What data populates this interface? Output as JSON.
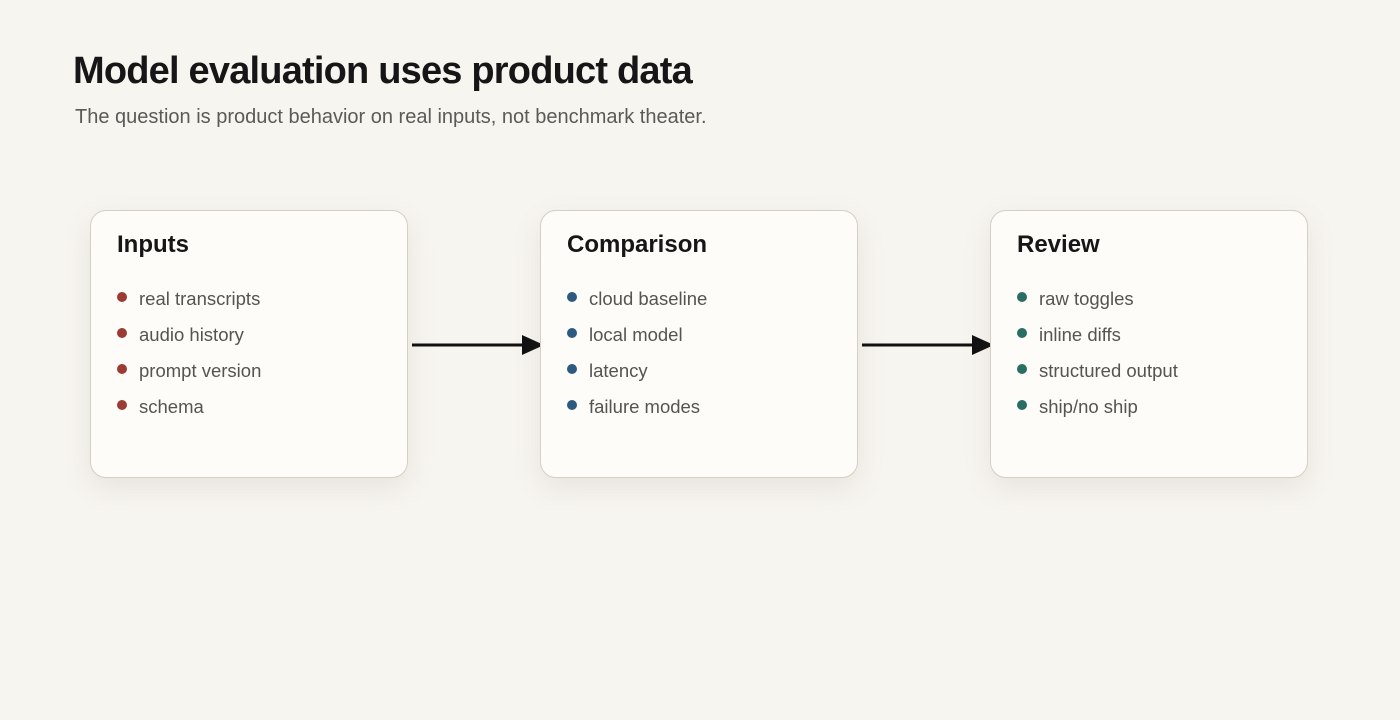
{
  "header": {
    "title": "Model evaluation uses product data",
    "subtitle": "The question is product behavior on real inputs, not benchmark theater."
  },
  "colors": {
    "background": "#f7f5f0",
    "inputs_bullet": "#9b3b34",
    "comparison_bullet": "#2f5a80",
    "review_bullet": "#2a6e63",
    "arrow": "#111111"
  },
  "cards": [
    {
      "title": "Inputs",
      "items": [
        "real transcripts",
        "audio history",
        "prompt version",
        "schema"
      ]
    },
    {
      "title": "Comparison",
      "items": [
        "cloud baseline",
        "local model",
        "latency",
        "failure modes"
      ]
    },
    {
      "title": "Review",
      "items": [
        "raw toggles",
        "inline diffs",
        "structured output",
        "ship/no ship"
      ]
    }
  ],
  "arrows": [
    {
      "from": "Inputs",
      "to": "Comparison"
    },
    {
      "from": "Comparison",
      "to": "Review"
    }
  ]
}
